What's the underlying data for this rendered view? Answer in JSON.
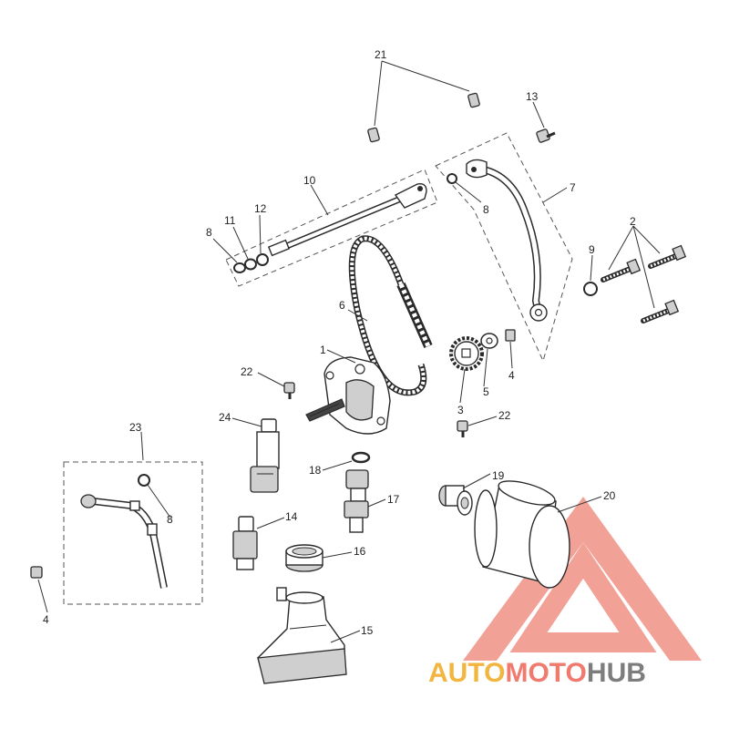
{
  "callouts": [
    "1",
    "2",
    "3",
    "4",
    "5",
    "6",
    "7",
    "8",
    "9",
    "10",
    "11",
    "12",
    "13",
    "14",
    "15",
    "16",
    "17",
    "18",
    "19",
    "20",
    "21",
    "22",
    "23",
    "24"
  ],
  "watermark": {
    "part1": "AUTO",
    "part2": "MOTO",
    "part3": "HUB",
    "color_auto": "#f2b640",
    "color_moto": "#f07a6e",
    "color_hub": "#7d7d7d",
    "color_triangle": "#f08a7e"
  }
}
